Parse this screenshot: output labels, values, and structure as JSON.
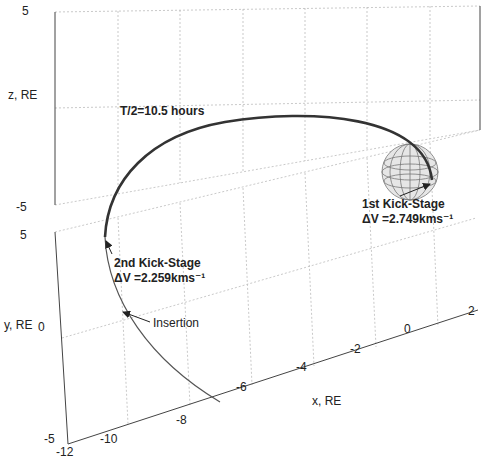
{
  "diagram": {
    "labels": [
      "5",
      "z, RE",
      "-5",
      "T/2=10.5 hours",
      "1st Kick-Stage",
      "ΔV =2.749kms⁻¹",
      "2nd Kick-Stage",
      "ΔV =2.259kms⁻¹",
      "5",
      "0",
      "y, RE",
      "Insertion",
      "-5",
      "-12",
      "-10",
      "-8",
      "-6",
      "-4",
      "-2",
      "0",
      "2",
      "x, RE"
    ]
  }
}
